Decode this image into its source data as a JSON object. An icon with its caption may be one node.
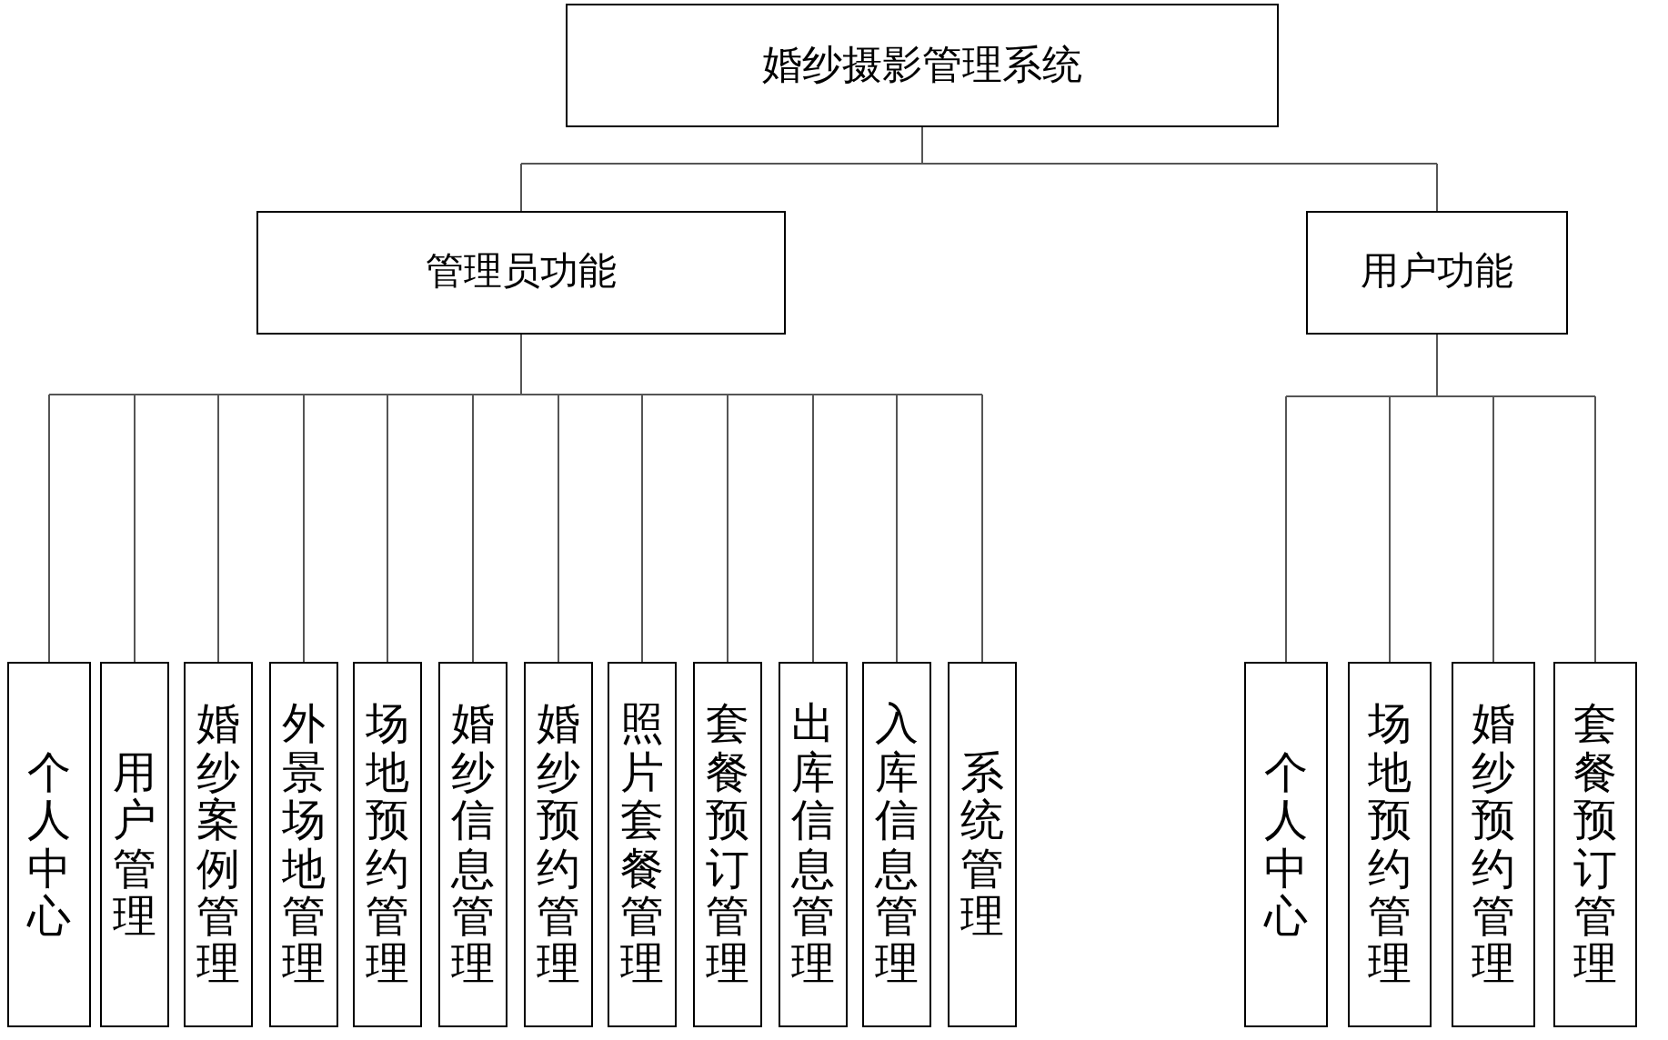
{
  "diagram": {
    "nodes": [
      {
        "text": [
          "婚纱摄影管理系统"
        ]
      },
      {
        "text": [
          "管理员功能"
        ]
      },
      {
        "text": [
          "用户功能"
        ]
      },
      {
        "text": [
          "个人中心"
        ]
      },
      {
        "text": [
          "用户管理"
        ]
      },
      {
        "text": [
          "婚纱案例管理"
        ]
      },
      {
        "text": [
          "外景场地管理"
        ]
      },
      {
        "text": [
          "场地预约管理"
        ]
      },
      {
        "text": [
          "婚纱信息管理"
        ]
      },
      {
        "text": [
          "婚纱预约管理"
        ]
      },
      {
        "text": [
          "照片套餐管理"
        ]
      },
      {
        "text": [
          "套餐预订管理"
        ]
      },
      {
        "text": [
          "出库信息管理"
        ]
      },
      {
        "text": [
          "入库信息管理"
        ]
      },
      {
        "text": [
          "系统管理"
        ]
      },
      {
        "text": [
          "个人中心"
        ]
      },
      {
        "text": [
          "场地预约管理"
        ]
      },
      {
        "text": [
          "婚纱预约管理"
        ]
      },
      {
        "text": [
          "套餐预订管理"
        ]
      }
    ],
    "edges": [
      {
        "from": 0,
        "to": 1,
        "arrow": "none"
      },
      {
        "from": 0,
        "to": 2,
        "arrow": "none"
      },
      {
        "from": 1,
        "to": 3,
        "arrow": "none"
      },
      {
        "from": 1,
        "to": 4,
        "arrow": "none"
      },
      {
        "from": 1,
        "to": 5,
        "arrow": "none"
      },
      {
        "from": 1,
        "to": 6,
        "arrow": "none"
      },
      {
        "from": 1,
        "to": 7,
        "arrow": "none"
      },
      {
        "from": 1,
        "to": 8,
        "arrow": "none"
      },
      {
        "from": 1,
        "to": 9,
        "arrow": "none"
      },
      {
        "from": 1,
        "to": 10,
        "arrow": "none"
      },
      {
        "from": 1,
        "to": 11,
        "arrow": "none"
      },
      {
        "from": 1,
        "to": 12,
        "arrow": "none"
      },
      {
        "from": 1,
        "to": 13,
        "arrow": "none"
      },
      {
        "from": 1,
        "to": 14,
        "arrow": "none"
      },
      {
        "from": 2,
        "to": 15,
        "arrow": "none"
      },
      {
        "from": 2,
        "to": 16,
        "arrow": "none"
      },
      {
        "from": 2,
        "to": 17,
        "arrow": "none"
      },
      {
        "from": 2,
        "to": 18,
        "arrow": "none"
      }
    ]
  }
}
